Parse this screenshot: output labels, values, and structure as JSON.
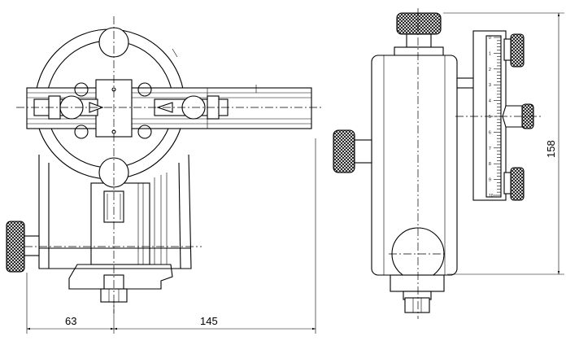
{
  "dimensions": {
    "left_width": "63",
    "right_width": "145",
    "height": "158"
  },
  "scale_numbers": [
    "0",
    "1",
    "2",
    "3",
    "4",
    "5",
    "6",
    "7",
    "8",
    "9",
    "10"
  ]
}
